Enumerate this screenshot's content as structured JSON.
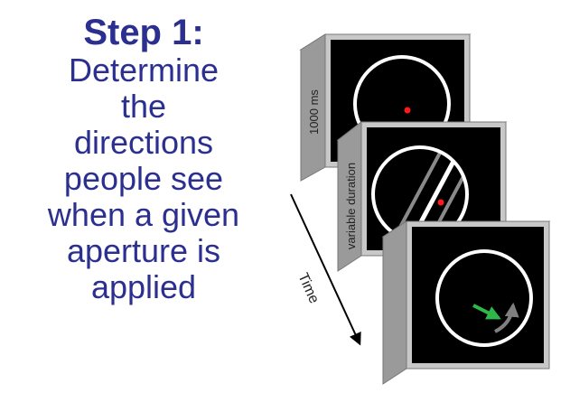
{
  "slide": {
    "title": "Step 1:",
    "description_lines": [
      "Determine",
      "the",
      "directions",
      "people see",
      "when a given",
      "aperture is",
      "applied"
    ]
  },
  "diagram": {
    "frames": [
      {
        "label": "1000 ms",
        "content": "fixation"
      },
      {
        "label": "variable duration",
        "content": "moving-lines-in-aperture"
      },
      {
        "label": "",
        "content": "response-arrow"
      }
    ],
    "time_label": "Time",
    "colors": {
      "text": "#2b2f8f",
      "fixation_dot": "#ff1a1a",
      "response_arrow": "#2fb84a",
      "screen": "#000000",
      "aperture": "#ffffff",
      "box_side": "#9a9a9a",
      "box_face": "#c8c8c8"
    }
  }
}
